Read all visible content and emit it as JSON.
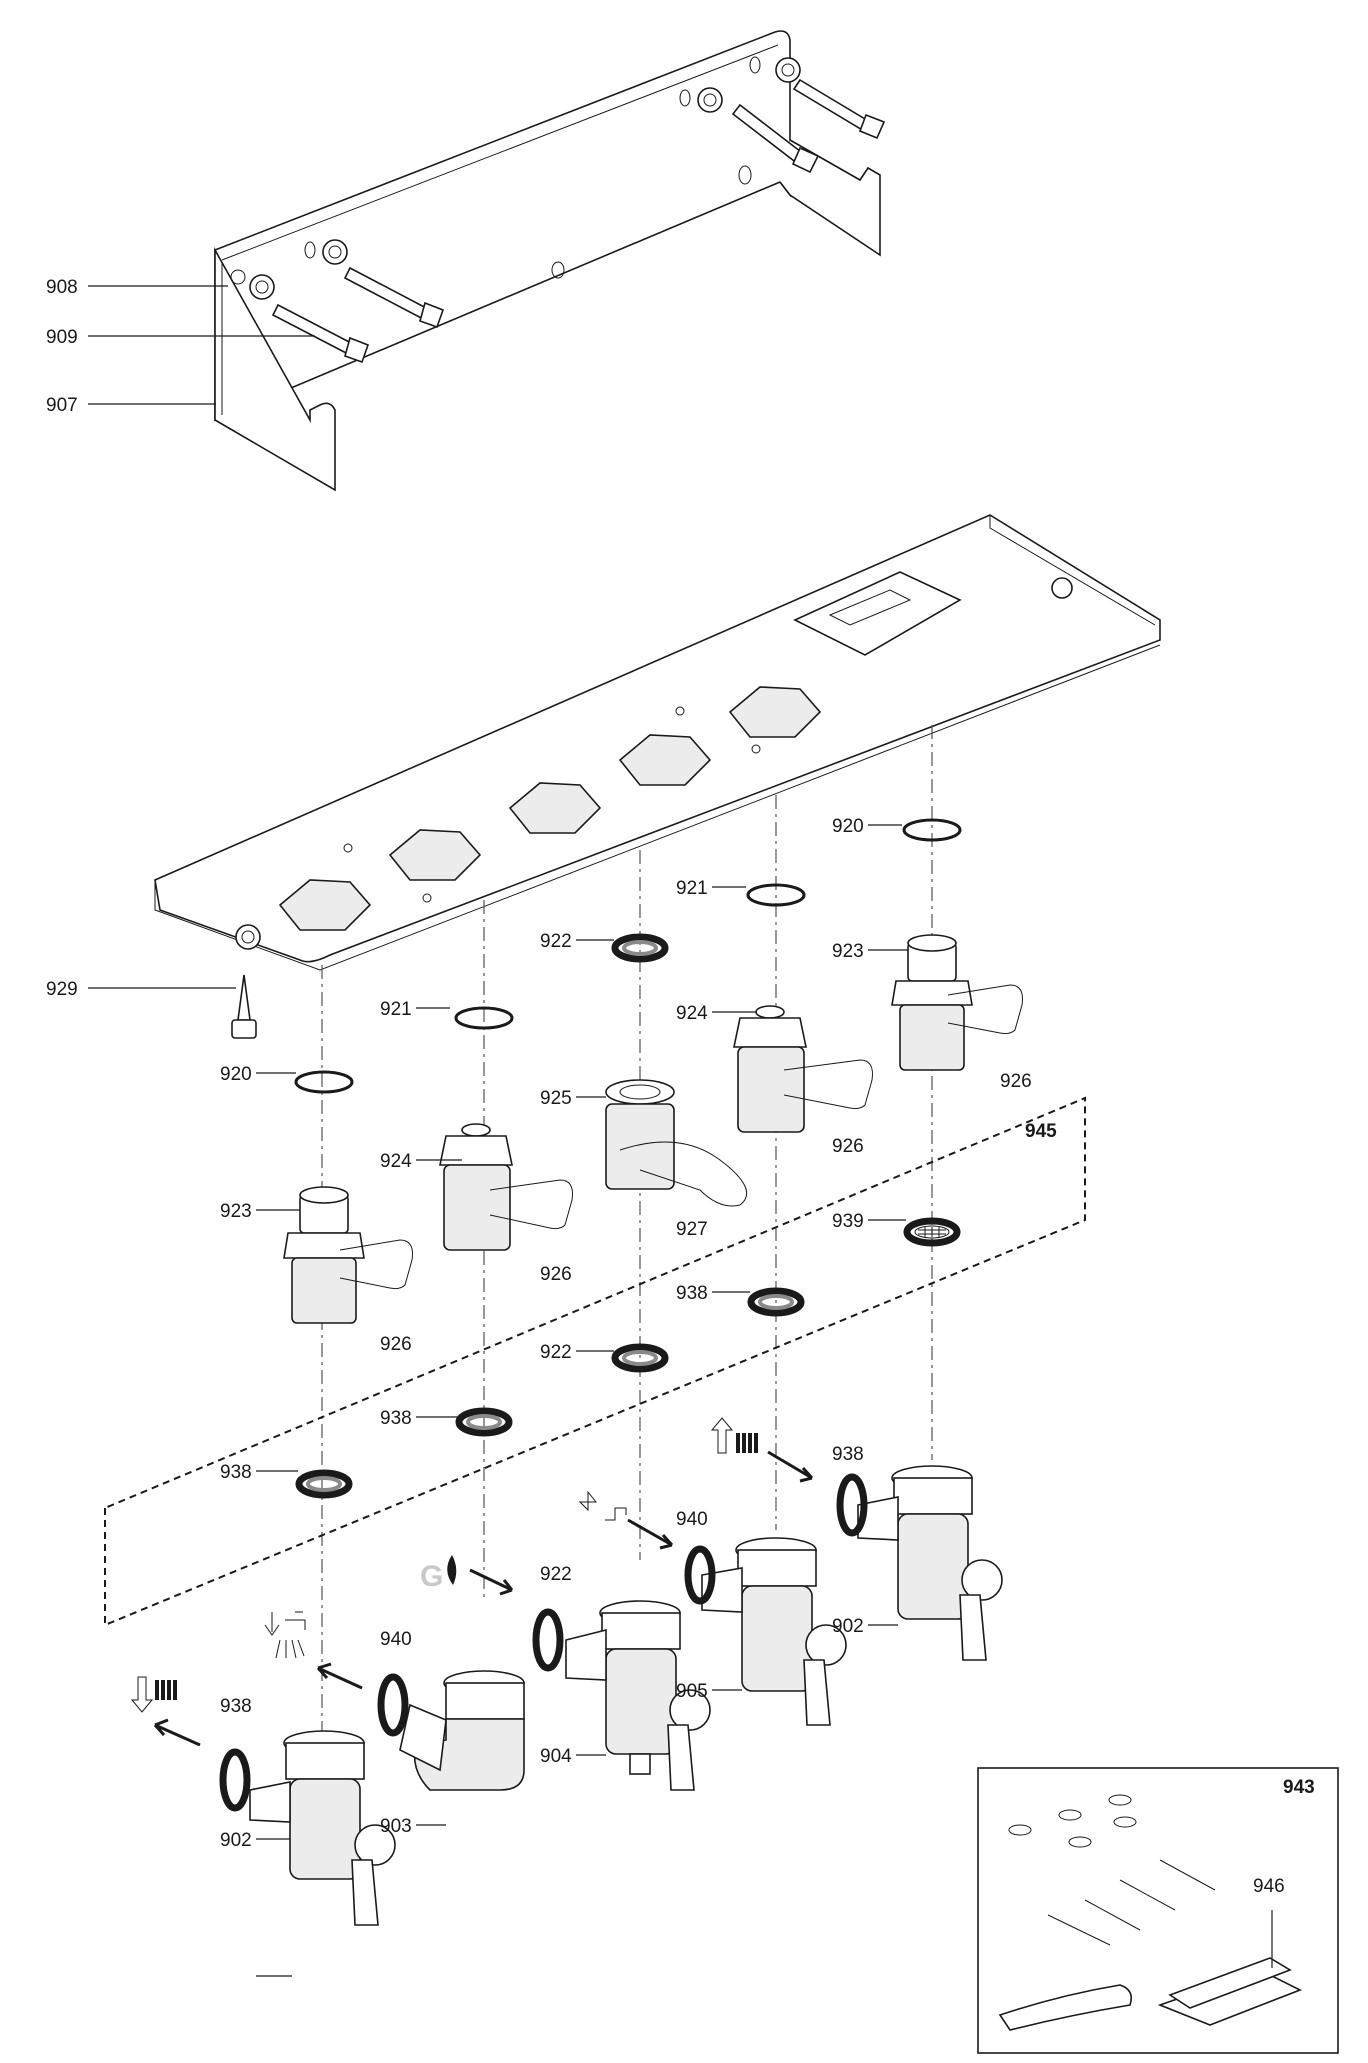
{
  "labels": {
    "l908": "908",
    "l909": "909",
    "l907": "907",
    "l929": "929",
    "l920a": "920",
    "l920b": "920",
    "l921a": "921",
    "l921b": "921",
    "l922a": "922",
    "l922b": "922",
    "l922c": "922",
    "l923a": "923",
    "l923b": "923",
    "l924a": "924",
    "l924b": "924",
    "l925": "925",
    "l926a": "926",
    "l926b": "926",
    "l926c": "926",
    "l926d": "926",
    "l927": "927",
    "l939": "939",
    "l938a": "938",
    "l938b": "938",
    "l938c": "938",
    "l938d": "938",
    "l938e": "938",
    "l940a": "940",
    "l940b": "940",
    "l902a": "902",
    "l902b": "902",
    "l903": "903",
    "l904": "904",
    "l905": "905",
    "l945": "945",
    "l943": "943",
    "l946": "946"
  },
  "symbols": {
    "gas_letter": "G"
  },
  "icons": [
    "flow-down-icon",
    "flow-up-icon",
    "radiator-icon",
    "tap-icon",
    "shower-icon",
    "gas-flame-icon"
  ]
}
